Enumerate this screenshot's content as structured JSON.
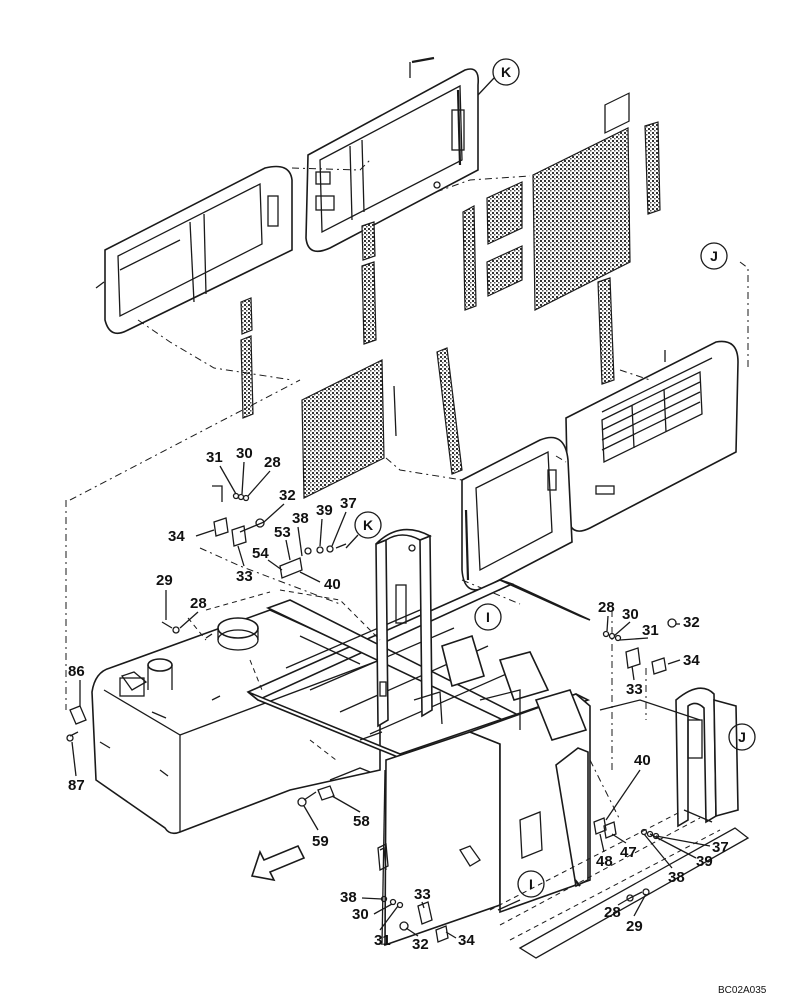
{
  "diagram": {
    "part_labels": [
      "31",
      "30",
      "28",
      "32",
      "34",
      "33",
      "38",
      "39",
      "37",
      "53",
      "54",
      "40",
      "29",
      "28",
      "86",
      "87",
      "59",
      "58",
      "28",
      "30",
      "31",
      "32",
      "34",
      "33",
      "40",
      "48",
      "47",
      "37",
      "39",
      "38",
      "38",
      "30",
      "33",
      "31",
      "32",
      "34",
      "28",
      "29"
    ],
    "reference_labels": [
      "K",
      "K",
      "J",
      "J",
      "I",
      "I"
    ],
    "drawing_code": "BC02A035"
  }
}
